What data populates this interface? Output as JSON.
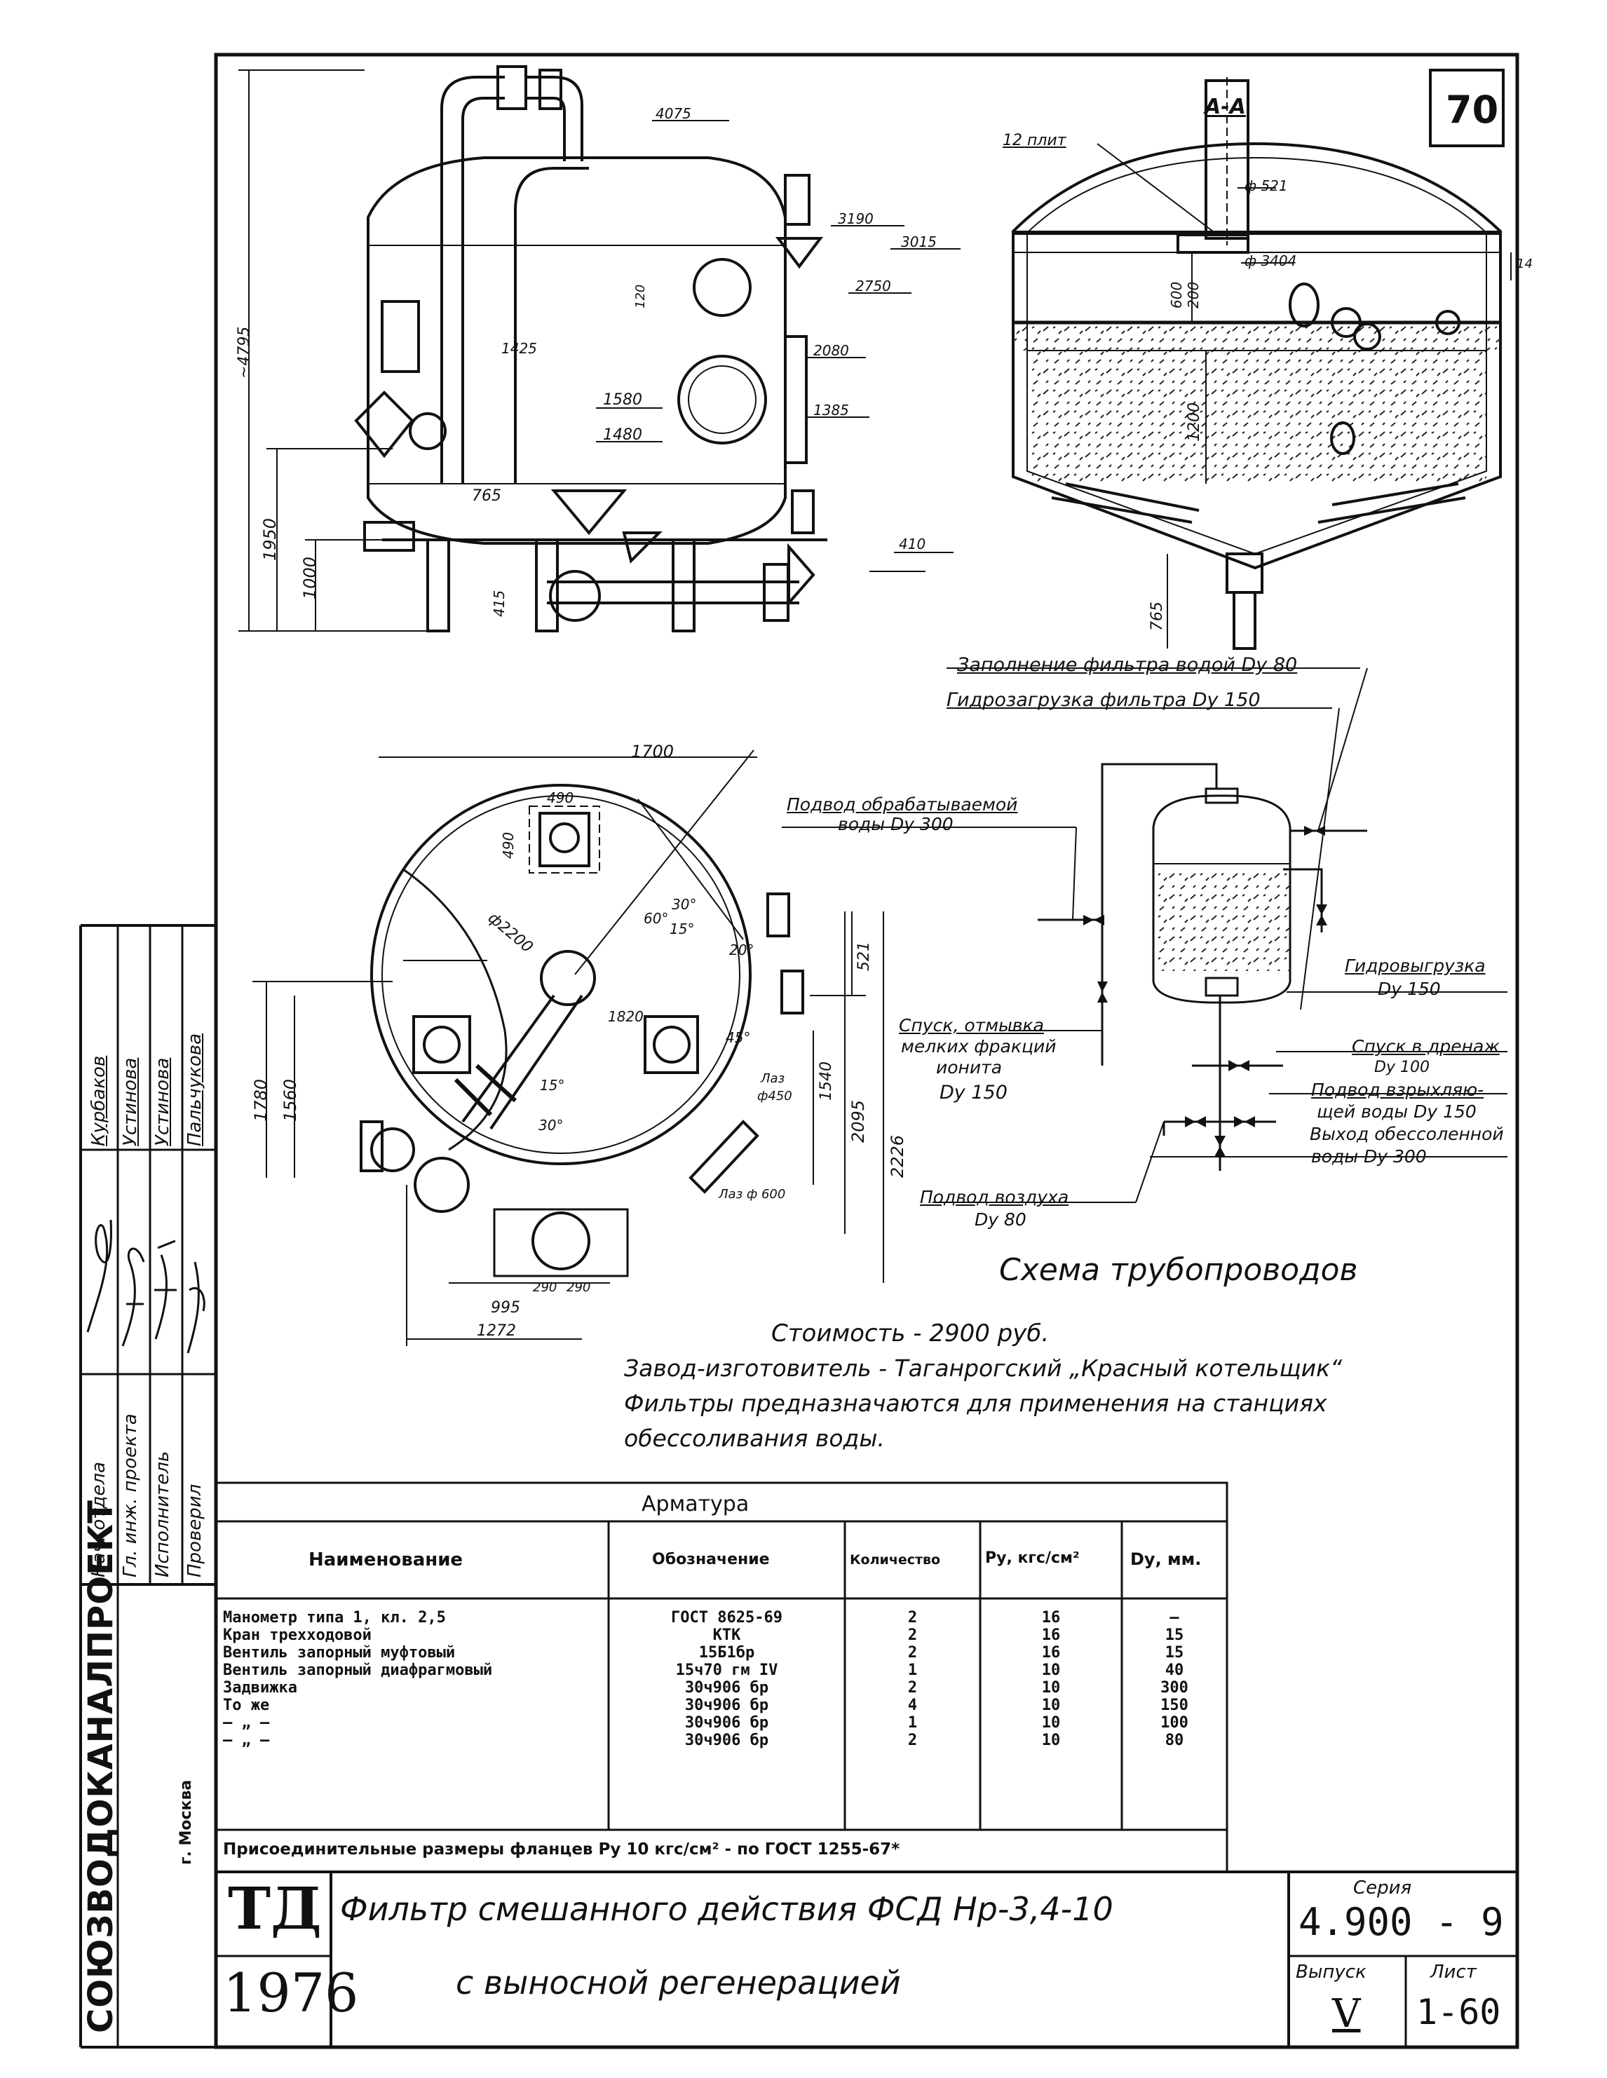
{
  "sheet": {
    "page_number": "70",
    "section_label": "А-А",
    "scheme_title": "Схема трубопроводов",
    "cost": "Стоимость - 2900 руб.",
    "manufacturer": "Завод-изготовитель - Таганрогский „Красный котельщик“",
    "purpose_line1": "Фильтры предназначаются для применения на станциях",
    "purpose_line2": "обессоливания воды."
  },
  "elevation_dims": {
    "total_height": "~4795",
    "h1950": "1950",
    "h1000": "1000",
    "h765": "765",
    "h415": "415",
    "h1425": "1425",
    "h1580": "1580",
    "h1480": "1480",
    "e4075": "4075",
    "e3190": "3190",
    "e3015": "3015",
    "e2750": "2750",
    "e2080": "2080",
    "e1385": "1385",
    "e410": "410",
    "d120": "120"
  },
  "section_dims": {
    "layers": "12 плит",
    "d521": "ф 521",
    "d3404": "ф 3404",
    "d14": "14",
    "h600": "600",
    "h200": "200",
    "h1200": "1200",
    "h765": "765"
  },
  "plan_dims": {
    "w1700": "1700",
    "w490": "490",
    "h490": "490",
    "d2200": "ф2200",
    "a60": "60°",
    "a30": "30°",
    "a15": "15°",
    "a20": "20°",
    "a45": "45°",
    "a30b": "30°",
    "a15b": "15°",
    "d1820": "1820",
    "h1780": "1780",
    "h1560": "1560",
    "h521": "521",
    "h1540": "1540",
    "h2095": "2095",
    "h2226": "2226",
    "lz450": "Лаз",
    "lz450d": "ф450",
    "lz600": "Лаз ф 600",
    "w995": "995",
    "w290a": "290",
    "w290b": "290",
    "w1272": "1272"
  },
  "scheme_labels": {
    "fill": "Заполнение фильтра водой Dу 80",
    "hydroload": "Гидрозагрузка фильтра Dу 150",
    "inlet1": "Подвод обрабатываемой",
    "inlet2": "воды Dу 300",
    "hydrounload1": "Гидровыгрузка",
    "hydrounload2": "Dу 150",
    "rinse1": "Спуск, отмывка",
    "rinse2": "мелких фракций",
    "rinse3": "ионита",
    "rinse4": "Dу 150",
    "drain1": "Спуск в дренаж",
    "drain2": "Dу 100",
    "loosen1": "Подвод взрыхляю-",
    "loosen2": "щей воды Dу 150",
    "outlet1": "Выход обессоленной",
    "outlet2": "воды Dу 300",
    "air1": "Подвод воздуха",
    "air2": "Dу 80"
  },
  "fittings": {
    "title": "Арматура",
    "headers": [
      "Наименование",
      "Обозначение",
      "Количество",
      "Pу, кгс/см²",
      "Dу, мм."
    ],
    "rows": [
      {
        "name": "Манометр типа 1, кл. 2,5",
        "code": "ГОСТ 8625-69",
        "qty": "2",
        "py": "16",
        "dy": "—"
      },
      {
        "name": "Кран трехходовой",
        "code": "КТК",
        "qty": "2",
        "py": "16",
        "dy": "15"
      },
      {
        "name": "Вентиль запорный муфтовый",
        "code": "15Б1бр",
        "qty": "2",
        "py": "16",
        "dy": "15"
      },
      {
        "name": "Вентиль запорный диафрагмовый",
        "code": "15ч70 гм IV",
        "qty": "1",
        "py": "10",
        "dy": "40"
      },
      {
        "name": "Задвижка",
        "code": "30ч906 бр",
        "qty": "2",
        "py": "10",
        "dy": "300"
      },
      {
        "name": "То же",
        "code": "30ч906 бр",
        "qty": "4",
        "py": "10",
        "dy": "150"
      },
      {
        "name": "— „ —",
        "code": "30ч906 бр",
        "qty": "1",
        "py": "10",
        "dy": "100"
      },
      {
        "name": "— „ —",
        "code": "30ч906 бр",
        "qty": "2",
        "py": "10",
        "dy": "80"
      }
    ],
    "footnote": "Присоединительные размеры фланцев Pу 10 кгс/см² - по ГОСТ 1255-67*"
  },
  "title_block": {
    "org": "СОЮЗВОДОКАНАЛПРОЕКТ",
    "city": "г. Москва",
    "td": "ТД",
    "year": "1976",
    "title_line1": "Фильтр смешанного действия ФСД Нр-3,4-10",
    "title_line2": "с выносной регенерацией",
    "series_label": "Серия",
    "series": "4.900 - 9",
    "issue_label": "Выпуск",
    "issue": "V",
    "sheet_label": "Лист",
    "sheet": "1-60"
  },
  "staff": {
    "roles": [
      "Нач. отдела",
      "Гл. инж. проекта",
      "Исполнитель",
      "Проверил"
    ],
    "names": [
      "Курбаков",
      "Устинова",
      "Устинова",
      "Пальчукова"
    ]
  }
}
